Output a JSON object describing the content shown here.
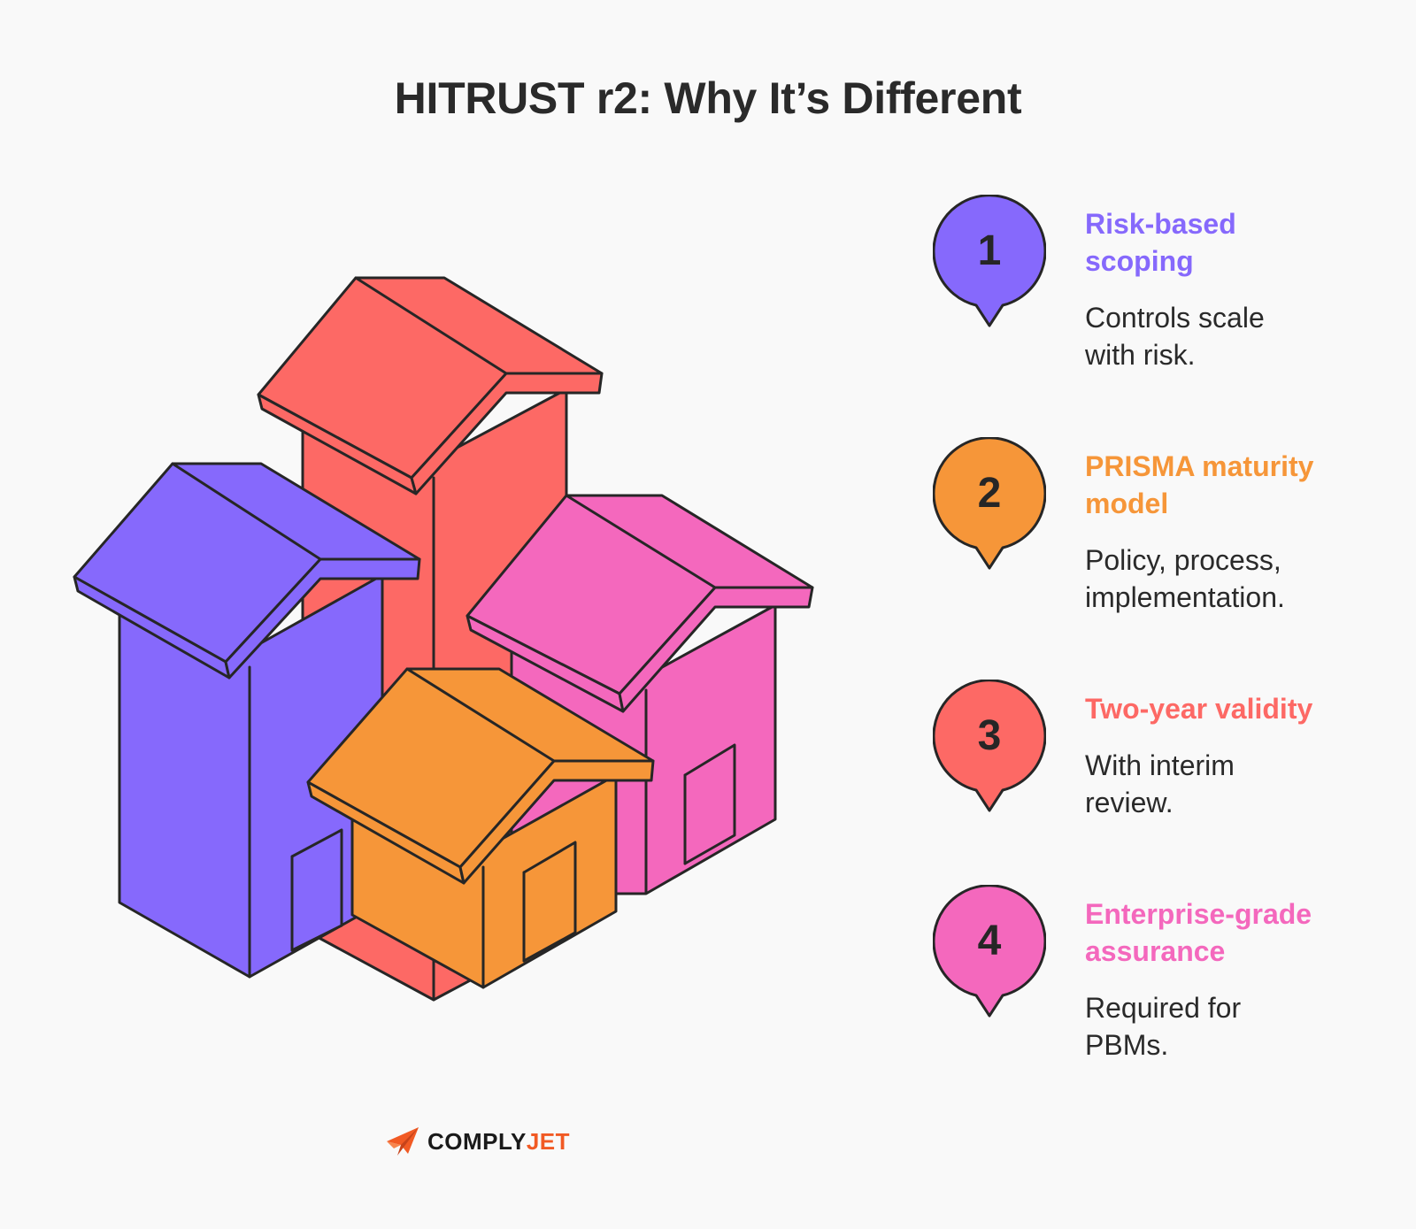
{
  "title": "HITRUST r2: Why It’s Different",
  "colors": {
    "purple": "#8669fc",
    "red": "#fd6965",
    "pink": "#f468bd",
    "orange": "#f69639",
    "ink": "#262626",
    "brand_orange": "#f15a24"
  },
  "items": [
    {
      "number": "1",
      "title": "Risk-based scoping",
      "description": "Controls scale with risk.",
      "color": "#8669fc"
    },
    {
      "number": "2",
      "title": "PRISMA maturity model",
      "description": "Policy, process, implementation.",
      "color": "#f69639"
    },
    {
      "number": "3",
      "title": "Two-year validity",
      "description": "With interim review.",
      "color": "#fd6965"
    },
    {
      "number": "4",
      "title": "Enterprise-grade assurance",
      "description": "Required for PBMs.",
      "color": "#f468bd"
    }
  ],
  "logo": {
    "text_dark": "COMPLY",
    "text_accent": "JET",
    "icon": "paper-plane-icon"
  }
}
